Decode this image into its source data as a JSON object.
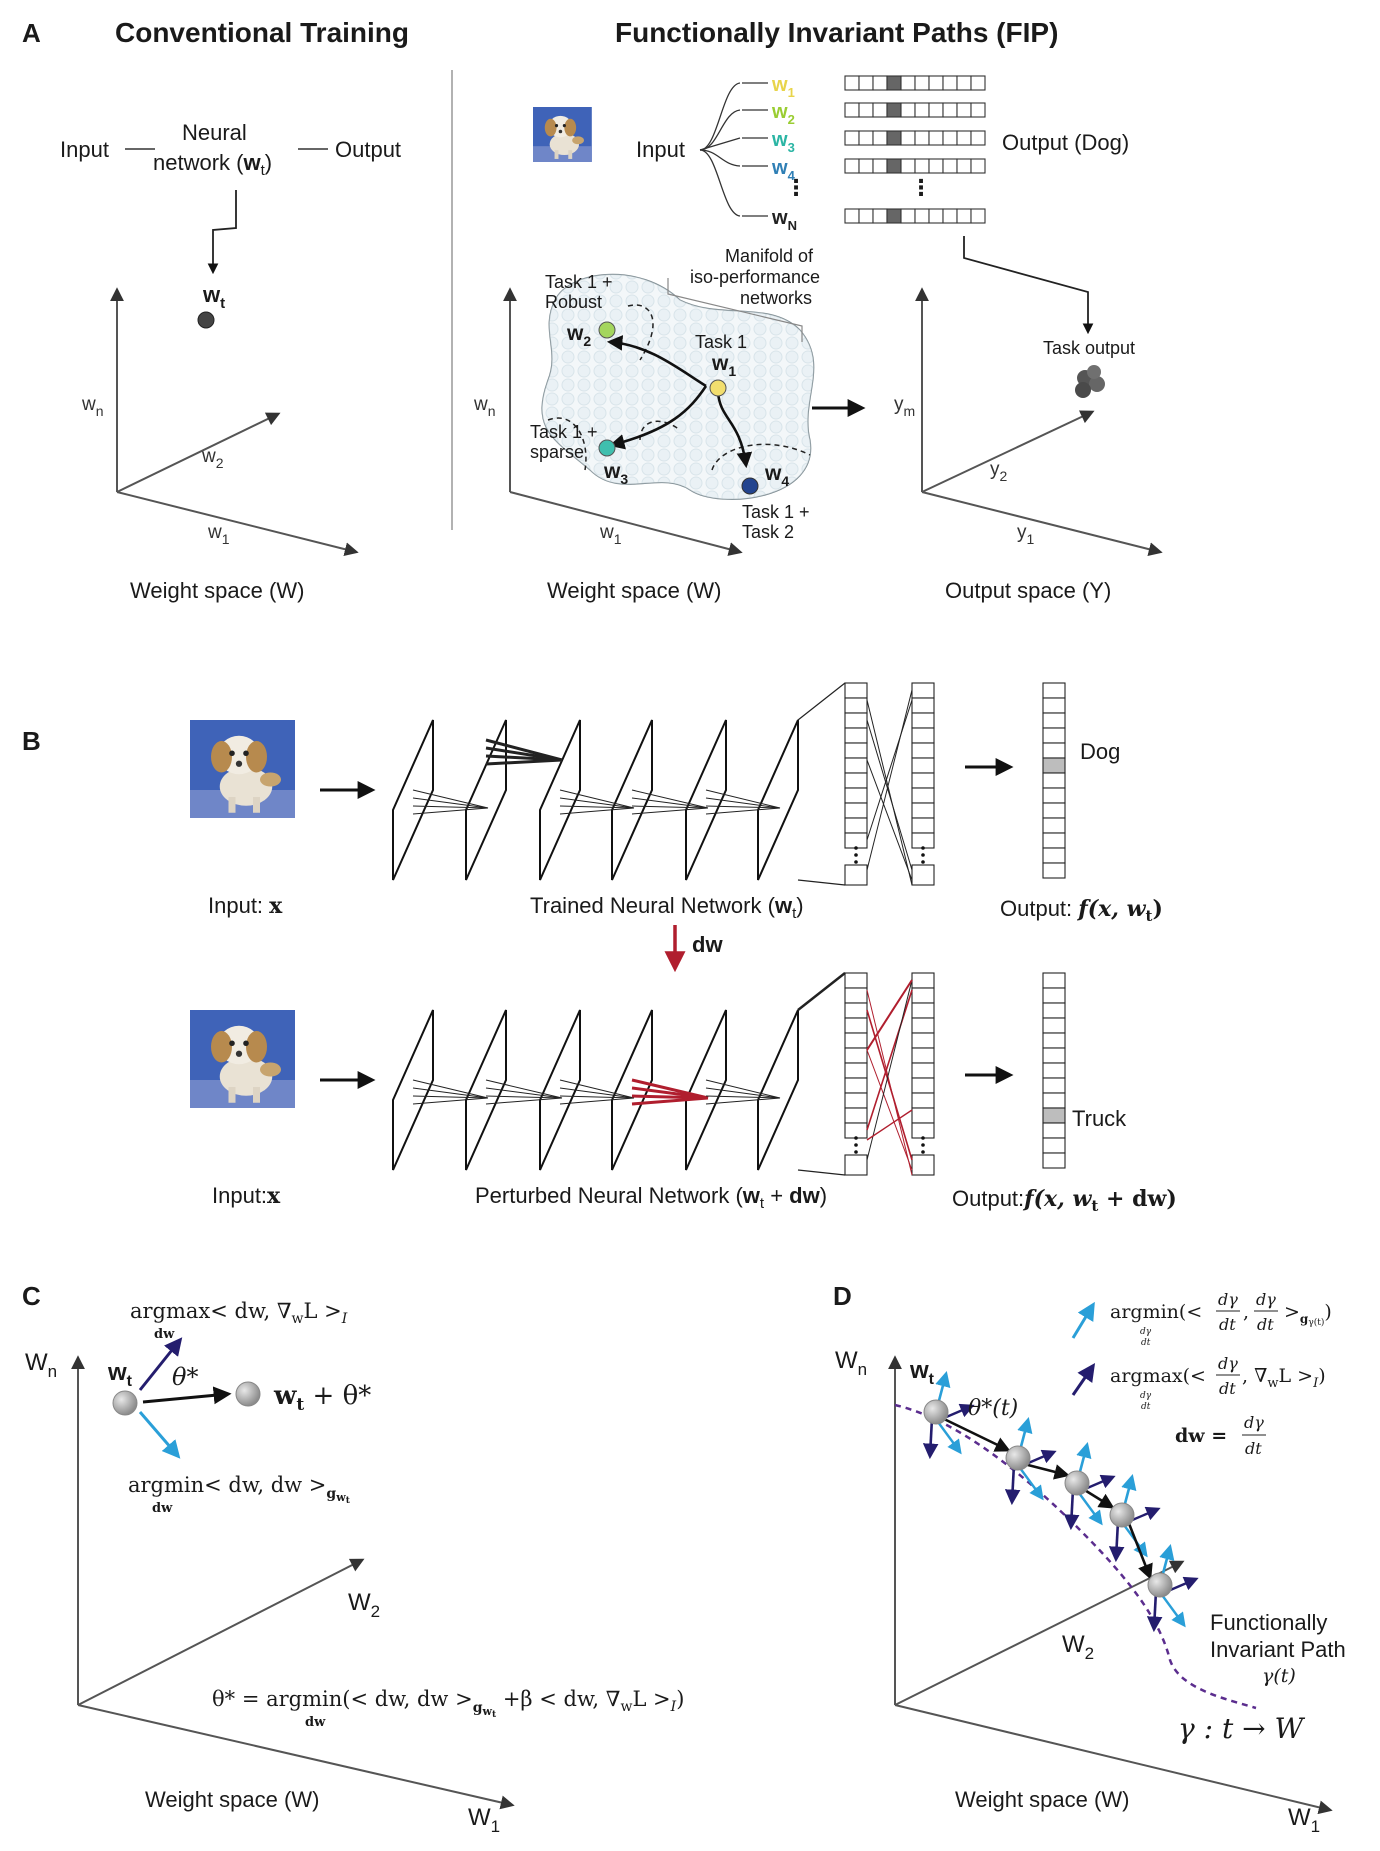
{
  "panelA": {
    "letter": "A",
    "left_title": "Conventional Training",
    "right_title": "Functionally Invariant Paths (FIP)",
    "conv": {
      "input": "Input",
      "network_line1": "Neural",
      "network_line2": "network (",
      "network_w": "w",
      "network_sub": "t",
      "network_close": ")",
      "output": "Output",
      "point_w": "w",
      "point_sub": "t",
      "axis_wn": "w",
      "axis_wn_sub": "n",
      "axis_w2": "w",
      "axis_w2_sub": "2",
      "axis_w1": "w",
      "axis_w1_sub": "1",
      "caption": "Weight space (W)"
    },
    "fip": {
      "input": "Input",
      "output_label": "Output (Dog)",
      "networks": [
        {
          "w": "w",
          "sub": "1",
          "color": "#e8d44a"
        },
        {
          "w": "w",
          "sub": "2",
          "color": "#9acd32"
        },
        {
          "w": "w",
          "sub": "3",
          "color": "#2bb5a4"
        },
        {
          "w": "w",
          "sub": "4",
          "color": "#2f7fb5"
        },
        {
          "w": "w",
          "sub": "N",
          "color": "#222222"
        }
      ],
      "manifold_line1": "Manifold of",
      "manifold_line2": "iso-performance",
      "manifold_line3": "networks",
      "task1_robust_l1": "Task 1 +",
      "task1_robust_l2": "Robust",
      "task1_l1": "Task 1",
      "task1_sparse_l1": "Task 1 +",
      "task1_sparse_l2": "sparse",
      "task12_l1": "Task 1 +",
      "task12_l2": "Task 2",
      "pt_w1": "w",
      "pt_w1_sub": "1",
      "pt_w2": "w",
      "pt_w2_sub": "2",
      "pt_w3": "w",
      "pt_w3_sub": "3",
      "pt_w4": "w",
      "pt_w4_sub": "4",
      "axis_wn": "w",
      "axis_wn_sub": "n",
      "axis_w1": "w",
      "axis_w1_sub": "1",
      "weight_caption": "Weight space (W)",
      "task_output": "Task output",
      "axis_ym": "y",
      "axis_ym_sub": "m",
      "axis_y2": "y",
      "axis_y2_sub": "2",
      "axis_y1": "y",
      "axis_y1_sub": "1",
      "output_caption": "Output space (Y)"
    },
    "colors": {
      "w1": "#f2de6e",
      "w2": "#a4d65e",
      "w3": "#3fbfae",
      "w4": "#23448f",
      "manifold_fill": "#e4eef2"
    }
  },
  "panelB": {
    "letter": "B",
    "top": {
      "input_label": "Input: ",
      "input_var": "x",
      "network_label": "Trained Neural Network (",
      "network_w": "w",
      "network_sub": "t",
      "network_close": ")",
      "output_prefix": "Output: ",
      "output_formula": "f(x, w",
      "output_sub": "t",
      "output_close": ")",
      "class_label": "Dog"
    },
    "perturb_label": "dw",
    "bottom": {
      "input_label": "Input:",
      "input_var": "x",
      "network_label": "Perturbed Neural Network (",
      "network_w": "w",
      "network_sub": "t",
      "network_plus": " + ",
      "network_dw": "dw",
      "network_close": ")",
      "output_prefix": "Output:",
      "output_formula": "f(x, w",
      "output_sub": "t",
      "output_tail": " + dw)",
      "class_label": "Truck"
    },
    "colors": {
      "perturb": "#b01e2e",
      "highlight_cell": "#bdbdbd"
    }
  },
  "panelC": {
    "letter": "C",
    "argmax_text": "argmax< dw, ∇",
    "argmax_w": "w",
    "argmax_tail": "L >",
    "argmax_I": "I",
    "argmax_under": "dw",
    "argmin_text": "argmin< dw, dw >",
    "argmin_sub": "g",
    "argmin_subsub": "w",
    "argmin_subsubsub": "t",
    "argmin_under": "dw",
    "point_w": "w",
    "point_sub": "t",
    "theta": "θ*",
    "target_w": "w",
    "target_sub": "t",
    "target_tail": " + θ*",
    "axis_wn": "W",
    "axis_wn_sub": "n",
    "axis_w2": "W",
    "axis_w2_sub": "2",
    "axis_w1": "W",
    "axis_w1_sub": "1",
    "formula_lhs": "θ* = argmin(< dw, dw >",
    "formula_sub": "g",
    "formula_subsub": "w",
    "formula_subsubsub": "t",
    "formula_mid": " +β < dw, ∇",
    "formula_w": "w",
    "formula_tail": "L >",
    "formula_I": "I",
    "formula_close": ")",
    "formula_under": "dw",
    "caption": "Weight space (W)"
  },
  "panelD": {
    "letter": "D",
    "eq1_text": "argmin(<",
    "eq1_frac_num": "dγ",
    "eq1_frac_den": "dt",
    "eq1_tail": ">",
    "eq1_sub": "g",
    "eq1_subsub": "γ(t)",
    "eq1_close": ")",
    "eq1_under_num": "dγ",
    "eq1_under_den": "dt",
    "eq2_text": "argmax(<",
    "eq2_mid": ", ∇",
    "eq2_w": "w",
    "eq2_tail": "L >",
    "eq2_I": "I",
    "eq2_close": ")",
    "eq3_lhs": "dw =",
    "eq3_num": "dγ",
    "eq3_den": "dt",
    "point_w": "w",
    "point_sub": "t",
    "theta": "θ*(t)",
    "path_l1": "Functionally",
    "path_l2": "Invariant Path",
    "path_l3": "γ(t)",
    "map": "γ : t → W",
    "axis_wn": "W",
    "axis_wn_sub": "n",
    "axis_w2": "W",
    "axis_w2_sub": "2",
    "axis_w1": "W",
    "axis_w1_sub": "1",
    "caption": "Weight space (W)",
    "colors": {
      "light_arrow": "#2a9fd8",
      "dark_arrow": "#241d6e",
      "path": "#5b2d8e"
    }
  }
}
